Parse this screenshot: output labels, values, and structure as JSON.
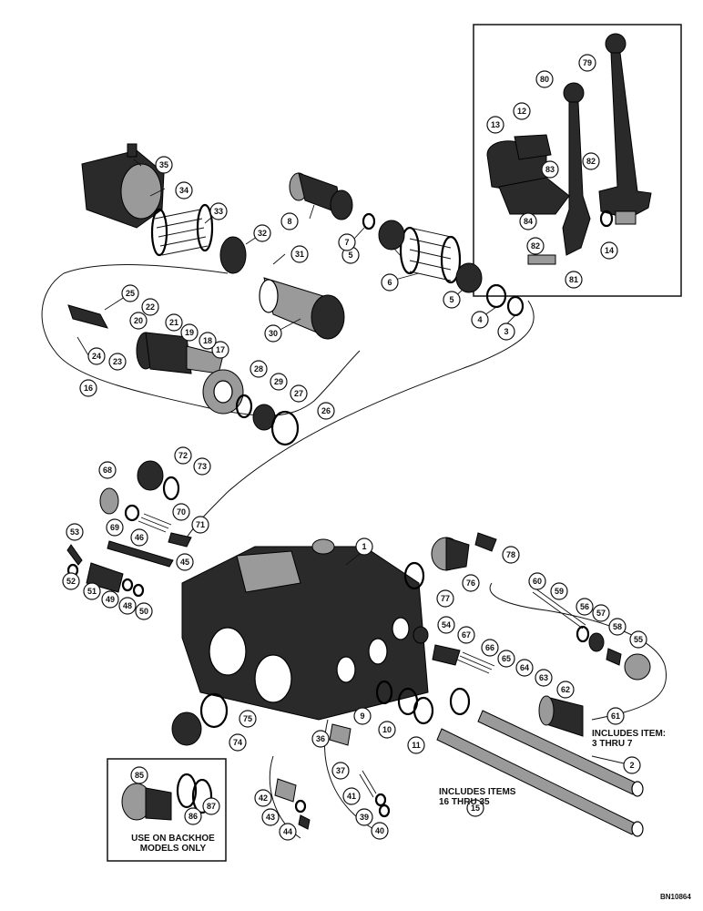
{
  "callouts": [
    "1",
    "2",
    "3",
    "4",
    "5",
    "5",
    "6",
    "7",
    "8",
    "9",
    "10",
    "11",
    "12",
    "13",
    "14",
    "15",
    "16",
    "17",
    "18",
    "19",
    "20",
    "21",
    "22",
    "23",
    "24",
    "25",
    "26",
    "27",
    "28",
    "29",
    "30",
    "31",
    "32",
    "33",
    "34",
    "35",
    "36",
    "37",
    "39",
    "40",
    "41",
    "42",
    "43",
    "44",
    "45",
    "46",
    "48",
    "49",
    "50",
    "51",
    "52",
    "53",
    "54",
    "55",
    "56",
    "57",
    "58",
    "59",
    "60",
    "61",
    "62",
    "63",
    "64",
    "65",
    "66",
    "67",
    "68",
    "69",
    "70",
    "71",
    "72",
    "73",
    "74",
    "75",
    "76",
    "77",
    "78",
    "79",
    "80",
    "81",
    "82",
    "82",
    "83",
    "84",
    "85",
    "86",
    "87"
  ],
  "notes": {
    "includes_item_3_7": "INCLUDES ITEM:\n3 THRU 7",
    "includes_items_16_35": "INCLUDES ITEMS\n16 THRU 35",
    "backhoe_only": "USE ON BACKHOE\nMODELS ONLY"
  },
  "drawing_ref": "BN10864"
}
